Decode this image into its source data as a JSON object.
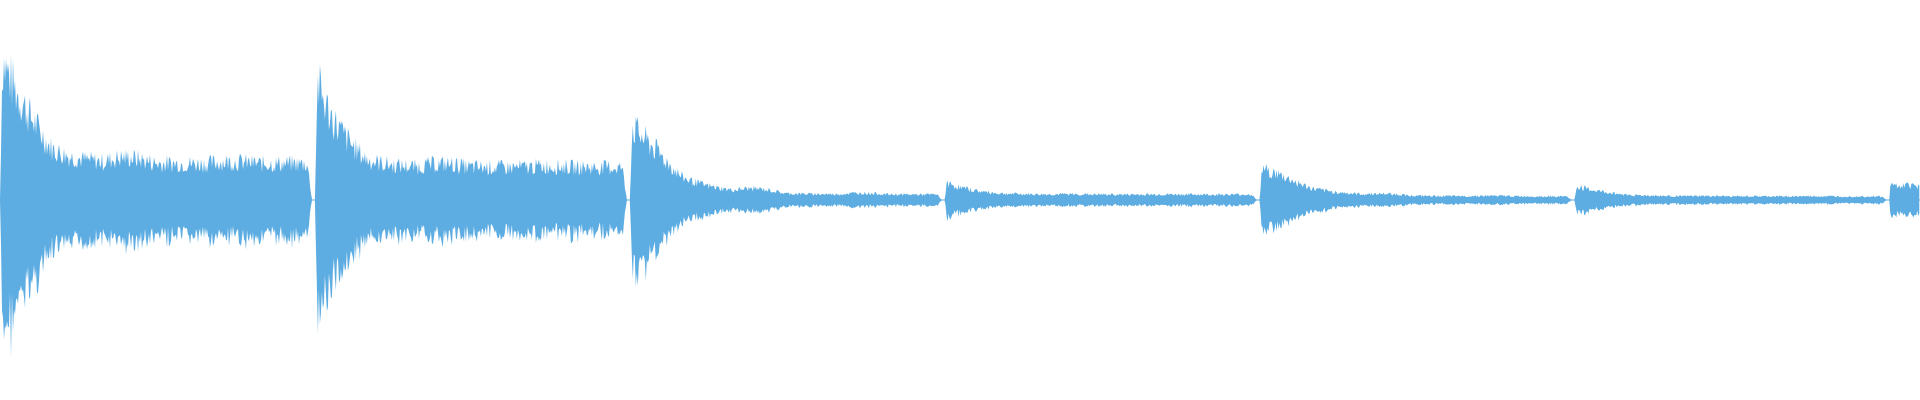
{
  "waveform": {
    "color": "#5dade2",
    "background": "#ffffff",
    "segments": [
      {
        "name": "segment-1",
        "onset": 0.0,
        "end": 0.1625,
        "peak": 0.82,
        "sustain": 0.2,
        "decay": 0.55,
        "ripple": 0.35
      },
      {
        "name": "segment-2",
        "onset": 0.164,
        "end": 0.3265,
        "peak": 0.7,
        "sustain": 0.18,
        "decay": 0.45,
        "ripple": 0.25
      },
      {
        "name": "segment-3",
        "onset": 0.328,
        "end": 0.4905,
        "peak": 0.42,
        "sustain": 0.03,
        "decay": 0.8,
        "ripple": 0.45
      },
      {
        "name": "segment-4",
        "onset": 0.492,
        "end": 0.6545,
        "peak": 0.1,
        "sustain": 0.03,
        "decay": 0.5,
        "ripple": 0.15
      },
      {
        "name": "segment-5",
        "onset": 0.656,
        "end": 0.8185,
        "peak": 0.18,
        "sustain": 0.02,
        "decay": 0.85,
        "ripple": 0.4
      },
      {
        "name": "segment-6",
        "onset": 0.82,
        "end": 0.9825,
        "peak": 0.08,
        "sustain": 0.02,
        "decay": 0.6,
        "ripple": 0.15
      },
      {
        "name": "segment-7",
        "onset": 0.984,
        "end": 1.0,
        "peak": 0.1,
        "sustain": 0.08,
        "decay": 0.2,
        "ripple": 0.1
      }
    ]
  }
}
